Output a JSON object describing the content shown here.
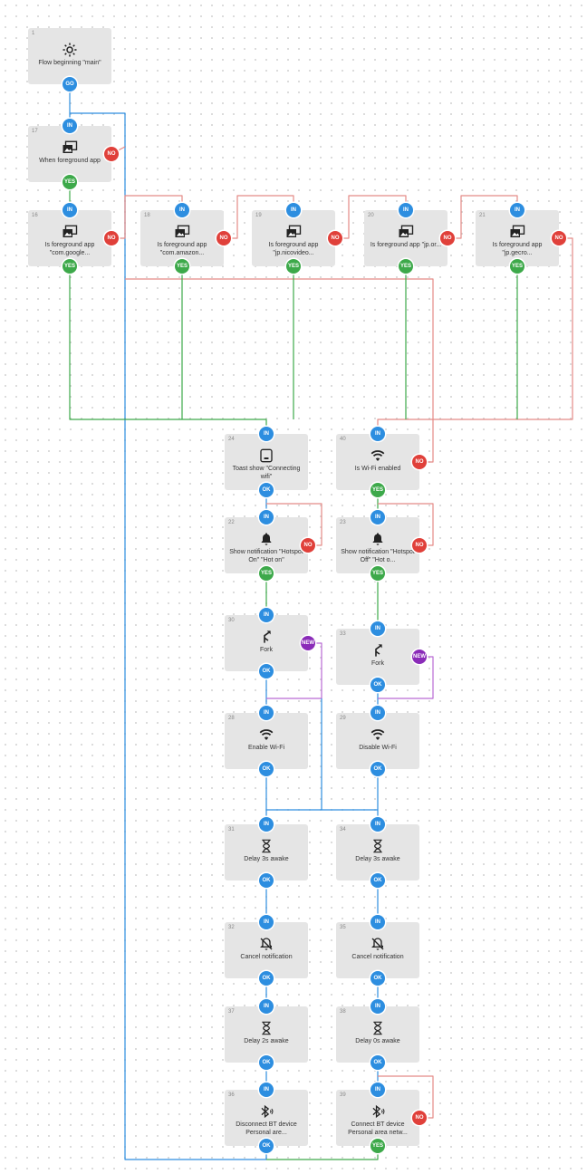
{
  "colors": {
    "in": "#2d8ee0",
    "ok": "#2d8ee0",
    "go": "#2d8ee0",
    "yes": "#3da94a",
    "no": "#e0403a",
    "new": "#8a2bb8",
    "block_bg": "#e5e5e5",
    "wire_blue": "#2d8ee0",
    "wire_green": "#3da94a",
    "wire_red": "#e48a86",
    "wire_purple": "#b96ad4"
  },
  "blocks": [
    {
      "key": "b1",
      "id": "1",
      "icon": "gear-icon",
      "label": "Flow beginning \"main\"",
      "ports": {
        "go": "GO"
      }
    },
    {
      "key": "b17",
      "id": "17",
      "icon": "app-window-icon",
      "label": "When foreground app",
      "ports": {
        "in": "IN",
        "yes": "YES",
        "no": "NO"
      }
    },
    {
      "key": "b16",
      "id": "16",
      "icon": "app-window-icon",
      "label": "Is foreground app \"com.google...",
      "ports": {
        "in": "IN",
        "yes": "YES",
        "no": "NO"
      }
    },
    {
      "key": "b18",
      "id": "18",
      "icon": "app-window-icon",
      "label": "Is foreground app \"com.amazon...",
      "ports": {
        "in": "IN",
        "yes": "YES",
        "no": "NO"
      }
    },
    {
      "key": "b19",
      "id": "19",
      "icon": "app-window-icon",
      "label": "Is foreground app \"jp.nicovideo...",
      "ports": {
        "in": "IN",
        "yes": "YES",
        "no": "NO"
      }
    },
    {
      "key": "b20",
      "id": "20",
      "icon": "app-window-icon",
      "label": "Is foreground app \"jp.or...",
      "ports": {
        "in": "IN",
        "yes": "YES",
        "no": "NO"
      }
    },
    {
      "key": "b21",
      "id": "21",
      "icon": "app-window-icon",
      "label": "Is foreground app \"jp.gecro...",
      "ports": {
        "in": "IN",
        "yes": "YES",
        "no": "NO"
      }
    },
    {
      "key": "b24",
      "id": "24",
      "icon": "toast-icon",
      "label": "Toast show \"Connecting wifi\"",
      "ports": {
        "in": "IN",
        "ok": "OK"
      }
    },
    {
      "key": "b40",
      "id": "40",
      "icon": "wifi-icon",
      "label": "Is Wi-Fi enabled",
      "ports": {
        "in": "IN",
        "yes": "YES",
        "no": "NO"
      }
    },
    {
      "key": "b22",
      "id": "22",
      "icon": "bell-icon",
      "label": "Show notification \"Hotspot On\" \"Hot on\"",
      "ports": {
        "in": "IN",
        "yes": "YES",
        "no": "NO"
      }
    },
    {
      "key": "b23",
      "id": "23",
      "icon": "bell-icon",
      "label": "Show notification \"Hotspot Off\" \"Hot o...",
      "ports": {
        "in": "IN",
        "yes": "YES",
        "no": "NO"
      }
    },
    {
      "key": "b30",
      "id": "30",
      "icon": "fork-icon",
      "label": "Fork",
      "ports": {
        "in": "IN",
        "ok": "OK",
        "new": "NEW"
      }
    },
    {
      "key": "b33",
      "id": "33",
      "icon": "fork-icon",
      "label": "Fork",
      "ports": {
        "in": "IN",
        "ok": "OK",
        "new": "NEW"
      }
    },
    {
      "key": "b28",
      "id": "28",
      "icon": "wifi-icon",
      "label": "Enable Wi-Fi",
      "ports": {
        "in": "IN",
        "ok": "OK"
      }
    },
    {
      "key": "b29",
      "id": "29",
      "icon": "wifi-icon",
      "label": "Disable Wi-Fi",
      "ports": {
        "in": "IN",
        "ok": "OK"
      }
    },
    {
      "key": "b31",
      "id": "31",
      "icon": "hourglass-icon",
      "label": "Delay 3s awake",
      "ports": {
        "in": "IN",
        "ok": "OK"
      }
    },
    {
      "key": "b34",
      "id": "34",
      "icon": "hourglass-icon",
      "label": "Delay 3s awake",
      "ports": {
        "in": "IN",
        "ok": "OK"
      }
    },
    {
      "key": "b32",
      "id": "32",
      "icon": "bell-off-icon",
      "label": "Cancel notification",
      "ports": {
        "in": "IN",
        "ok": "OK"
      }
    },
    {
      "key": "b35",
      "id": "35",
      "icon": "bell-off-icon",
      "label": "Cancel notification",
      "ports": {
        "in": "IN",
        "ok": "OK"
      }
    },
    {
      "key": "b37",
      "id": "37",
      "icon": "hourglass-icon",
      "label": "Delay 2s awake",
      "ports": {
        "in": "IN",
        "ok": "OK"
      }
    },
    {
      "key": "b38",
      "id": "38",
      "icon": "hourglass-icon",
      "label": "Delay 0s awake",
      "ports": {
        "in": "IN",
        "ok": "OK"
      }
    },
    {
      "key": "b36",
      "id": "36",
      "icon": "bluetooth-icon",
      "label": "Disconnect BT device Personal are...",
      "ports": {
        "in": "IN",
        "ok": "OK"
      }
    },
    {
      "key": "b39",
      "id": "39",
      "icon": "bluetooth-icon",
      "label": "Connect BT device Personal area netw...",
      "ports": {
        "in": "IN",
        "yes": "YES",
        "no": "NO"
      }
    }
  ]
}
